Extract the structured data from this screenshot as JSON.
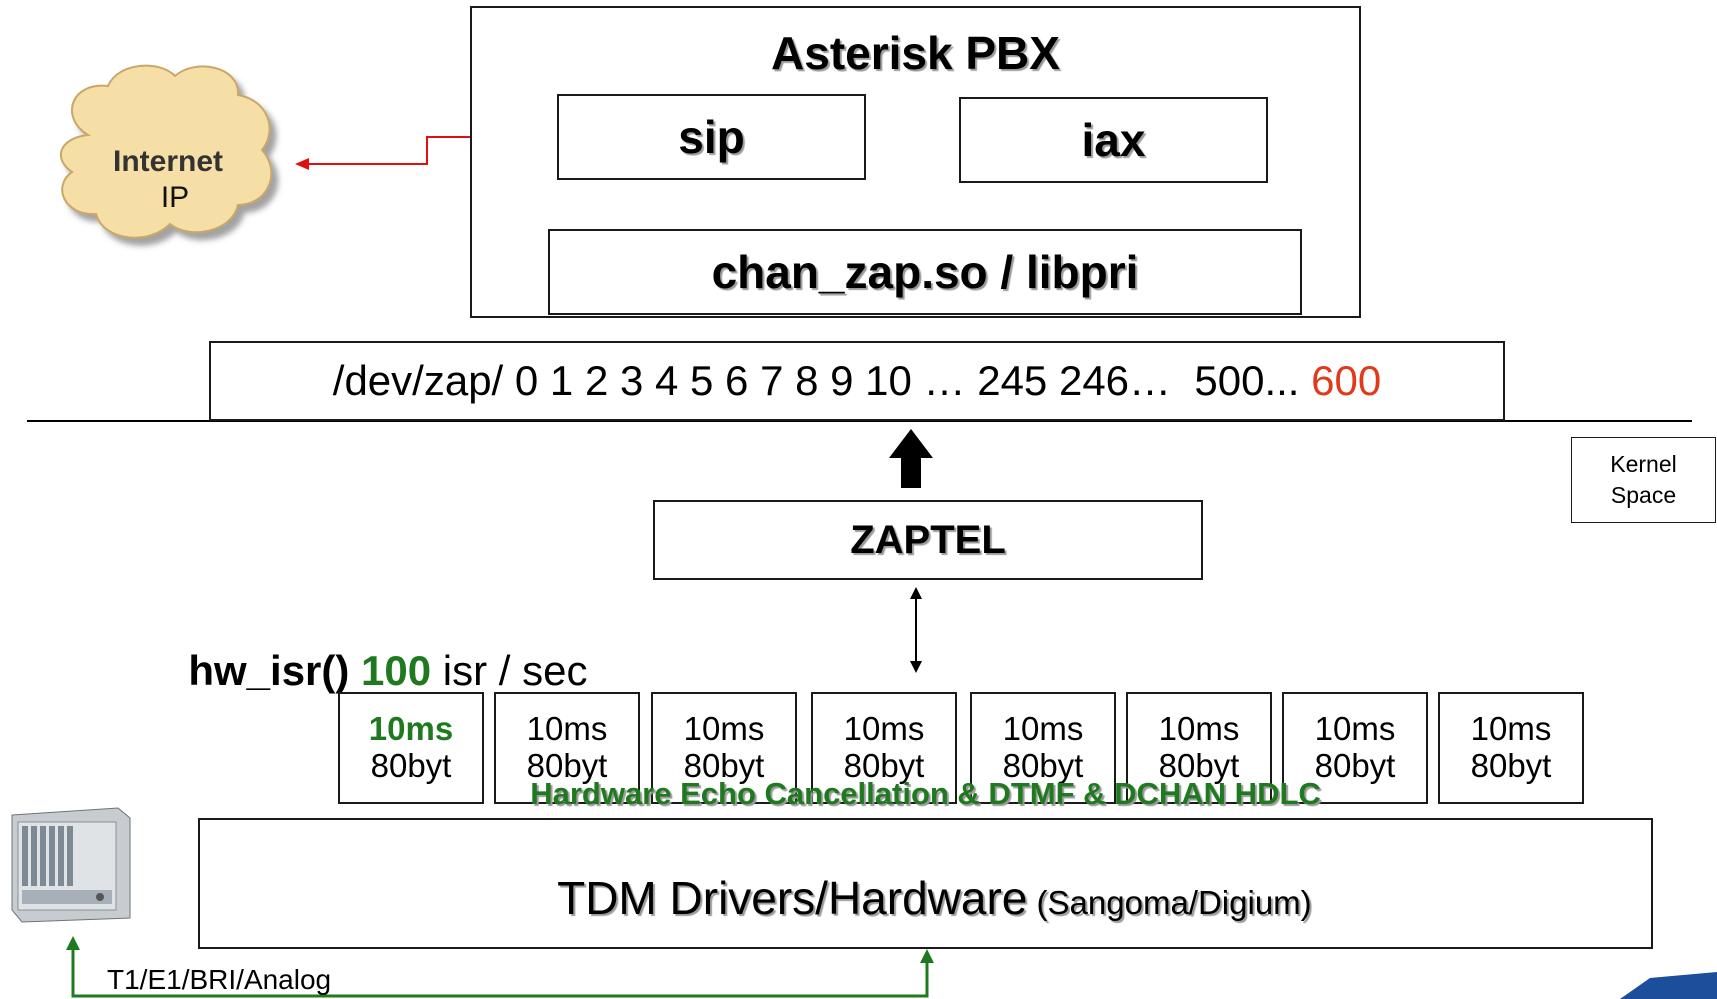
{
  "pbx": {
    "title": "Asterisk PBX",
    "sip": "sip",
    "iax": "iax",
    "chan": "chan_zap.so / libpri"
  },
  "internet": {
    "line1": "Internet",
    "line2": "IP"
  },
  "devzap": {
    "prefix": "/dev/zap/ 0 1 2 3 4 5 6 7 8 9 10 … 245 246…  500... ",
    "last": "600"
  },
  "kernel": {
    "line1": "Kernel",
    "line2": "Space"
  },
  "zaptel": "ZAPTEL",
  "isr": {
    "func": "hw_isr()",
    "rate": "100",
    "unit": " isr / sec"
  },
  "frames": [
    {
      "time": "10ms",
      "bytes": "80byt"
    },
    {
      "time": "10ms",
      "bytes": "80byt"
    },
    {
      "time": "10ms",
      "bytes": "80byt"
    },
    {
      "time": "10ms",
      "bytes": "80byt"
    },
    {
      "time": "10ms",
      "bytes": "80byt"
    },
    {
      "time": "10ms",
      "bytes": "80byt"
    },
    {
      "time": "10ms",
      "bytes": "80byt"
    },
    {
      "time": "10ms",
      "bytes": "80byt"
    }
  ],
  "tdm": {
    "echo": "Hardware Echo Cancellation & DTMF & DCHAN HDLC",
    "main": "TDM Drivers/Hardware",
    "vendor": " (Sangoma/Digium)"
  },
  "line_label": "T1/E1/BRI/Analog",
  "colors": {
    "green": "#1f7a1f",
    "red": "#e03a1a",
    "link_red": "#e01010",
    "cloud": "#f6dfa6"
  }
}
